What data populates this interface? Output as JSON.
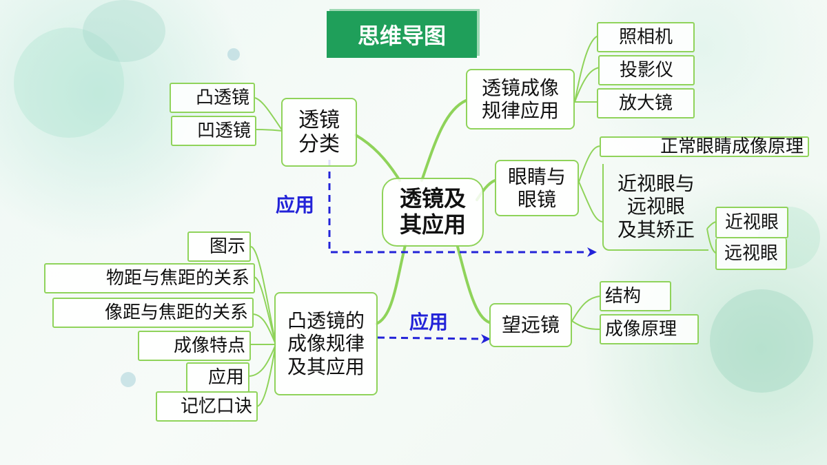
{
  "title": "思维导图",
  "center": {
    "line1": "透镜及",
    "line2": "其应用"
  },
  "branches": {
    "classification": {
      "line1": "透镜",
      "line2": "分类",
      "leaves": [
        "凸透镜",
        "凹透镜"
      ]
    },
    "imaging_application": {
      "line1": "透镜成像",
      "line2": "规律应用",
      "leaves": [
        "照相机",
        "投影仪",
        "放大镜"
      ]
    },
    "eye_and_glasses": {
      "line1": "眼睛与",
      "line2": "眼镜",
      "leaves": [
        "正常眼睛成像原理"
      ],
      "sub": {
        "line1": "近视眼与",
        "line2": "远视眼",
        "line3": "及其矫正",
        "leaves": [
          "近视眼",
          "远视眼"
        ]
      }
    },
    "convex_rules": {
      "line1": "凸透镜的",
      "line2": "成像规律",
      "line3": "及其应用",
      "leaves": [
        "图示",
        "物距与焦距的关系",
        "像距与焦距的关系",
        "成像特点",
        "应用",
        "记忆口诀"
      ]
    },
    "telescope": {
      "label": "望远镜",
      "leaves": [
        "结构",
        "成像原理"
      ]
    }
  },
  "arrows": {
    "left_label": "应用",
    "bottom_label": "应用"
  },
  "colors": {
    "line": "#8fd35a",
    "title_bg": "#1f9f5a",
    "arrow": "#2323d8"
  }
}
